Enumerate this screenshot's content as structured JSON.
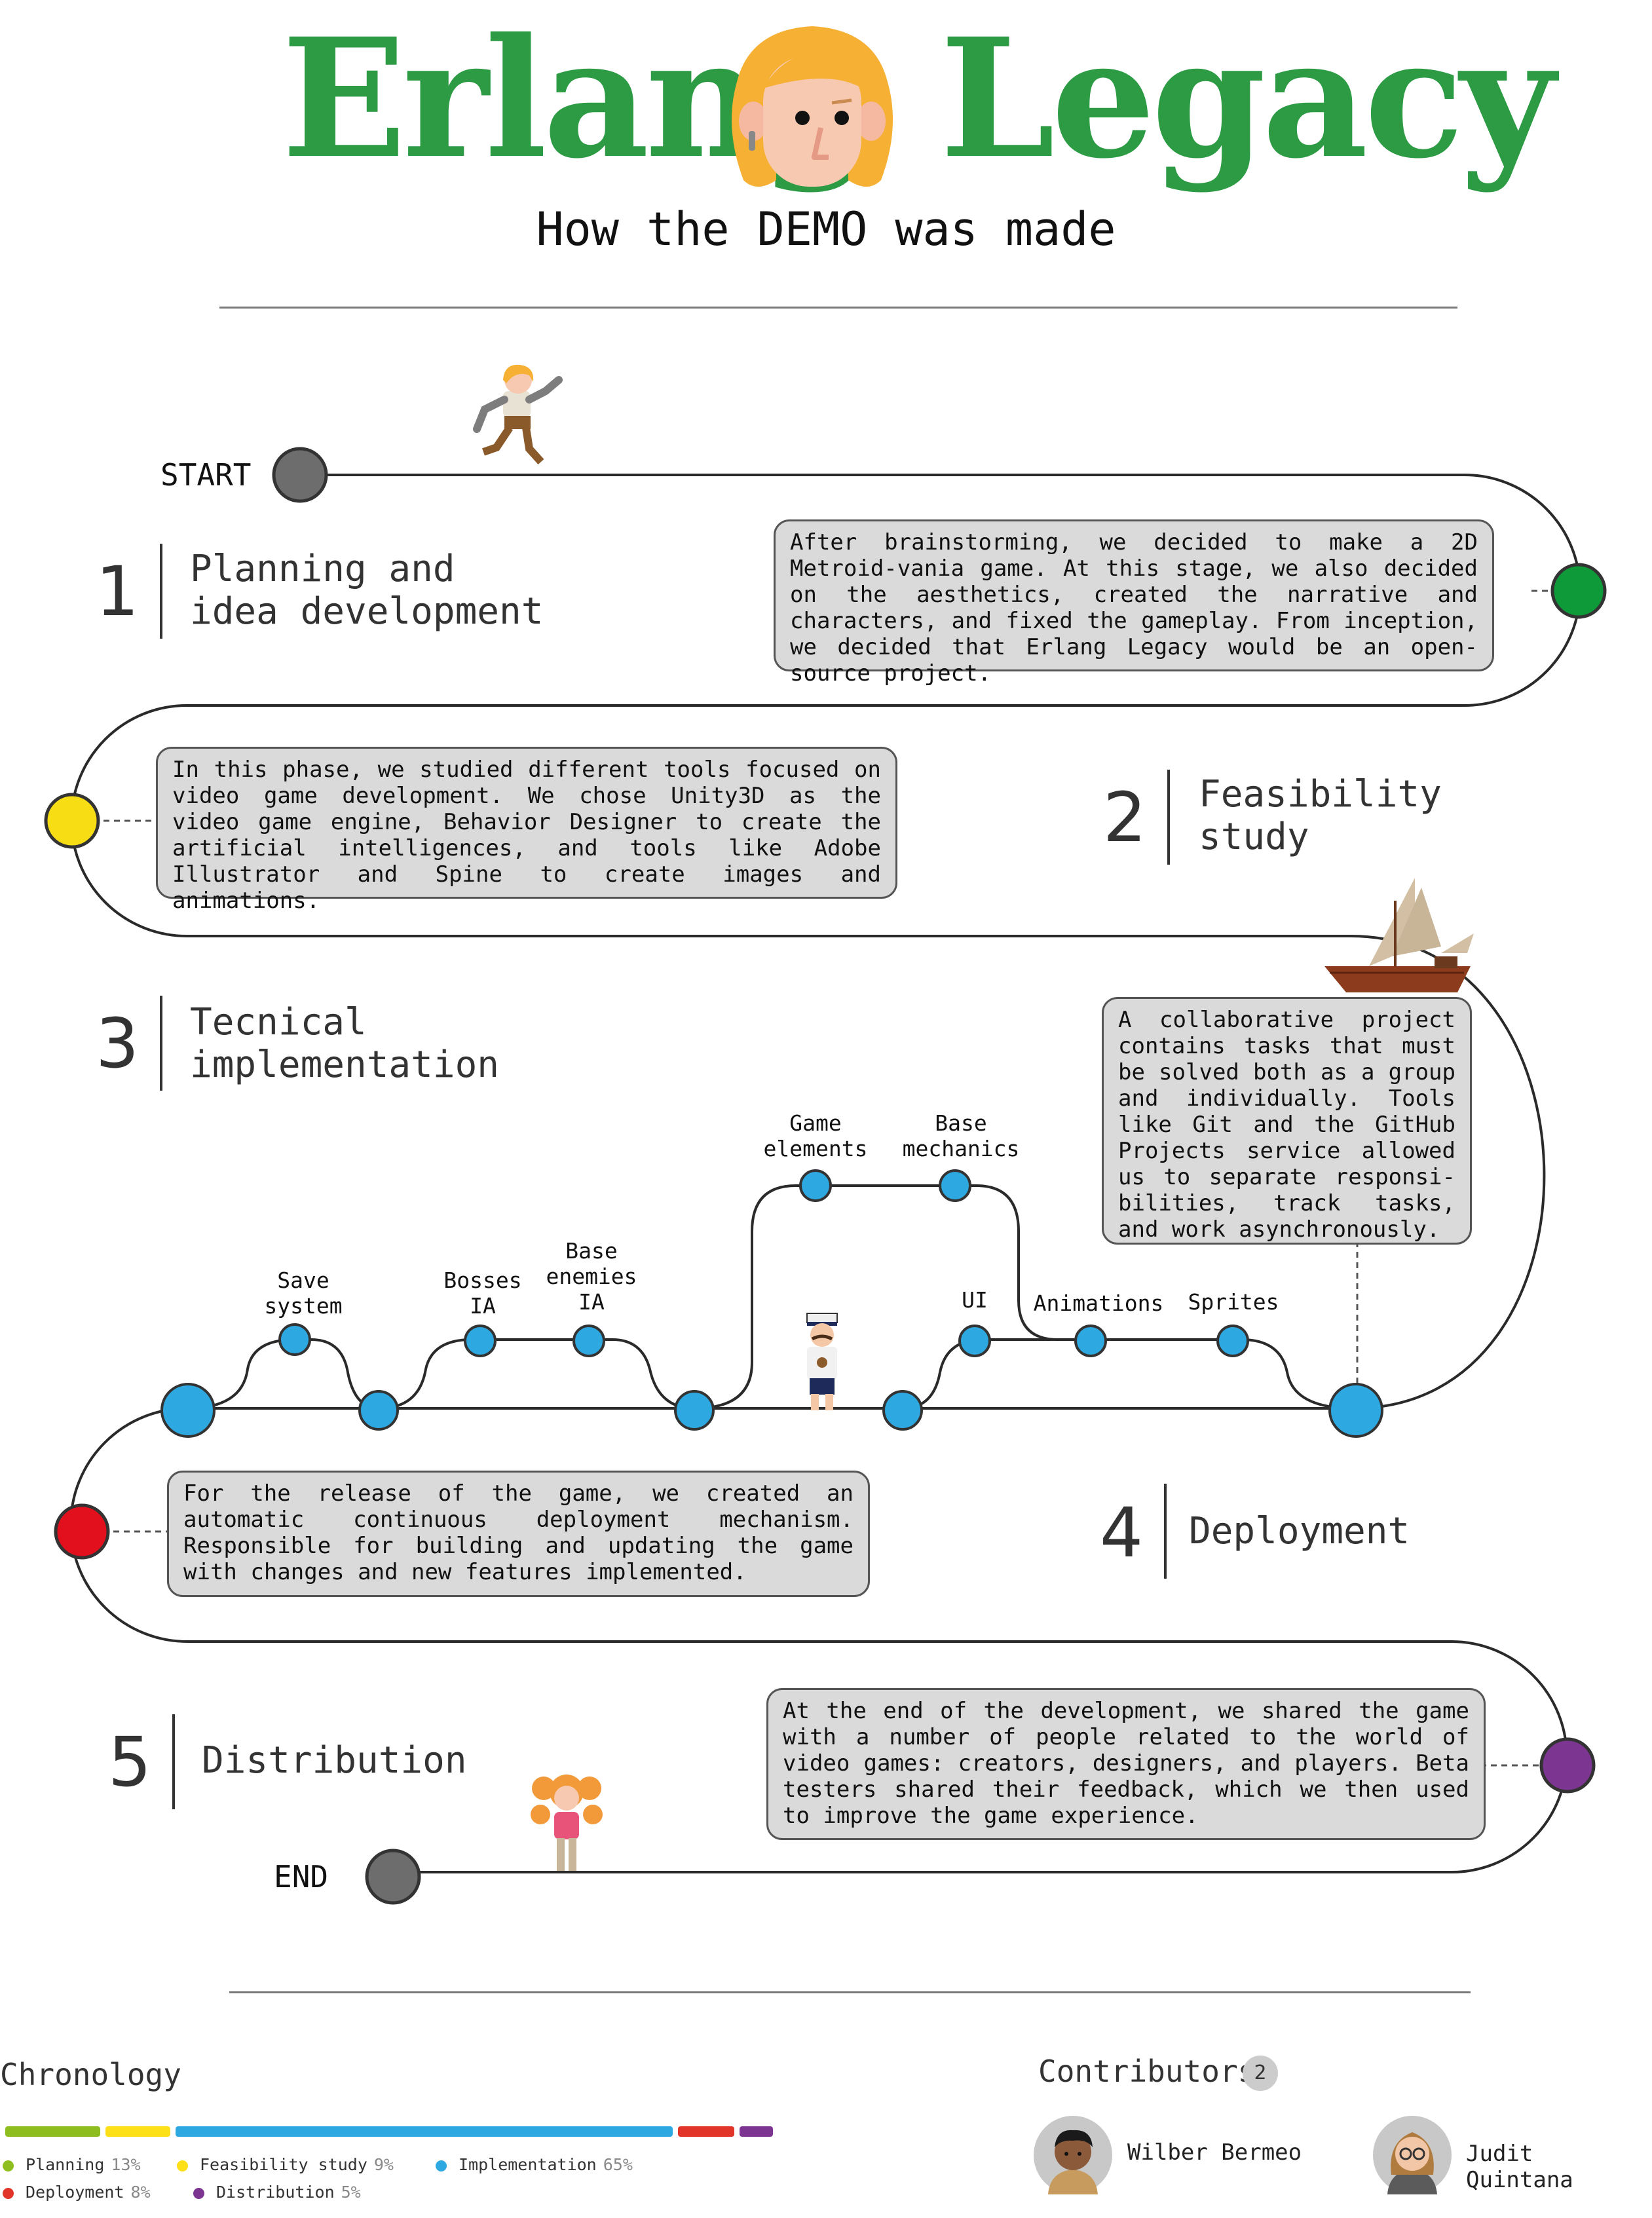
{
  "header": {
    "title_left": "Erlang",
    "title_right": "Legacy",
    "subtitle": "How the DEMO was made"
  },
  "path": {
    "start_label": "START",
    "end_label": "END"
  },
  "steps": [
    {
      "number": "1",
      "title": "Planning and\nidea development",
      "color": "#0e9a38",
      "description": "After brainstorming, we decided to make a 2D Metroid-vania game. At this stage, we also decided on the aesthetics, created the narrative and characters, and fixed the gameplay. From inception, we decided that Erlang Legacy would be an open-source project."
    },
    {
      "number": "2",
      "title": "Feasibility\nstudy",
      "color": "#f7dd14",
      "description": "In this phase, we studied different tools focused on video game development. We chose Unity3D as the video game engine, Behavior Designer to create the artificial intelligences, and tools like Adobe Illustrator and Spine to create images and animations."
    },
    {
      "number": "3",
      "title": "Tecnical\nimplementation",
      "color": "#2ea8e0",
      "description": "A collaborative project contains tasks that must be solved both as a group and individually. Tools like Git and the GitHub Projects service allowed us to separate responsi-bilities, track tasks, and work asynchronously."
    },
    {
      "number": "4",
      "title": "Deployment",
      "color": "#e1101c",
      "description": "For the release of the game, we created an automatic continuous deployment mechanism. Responsible for building and updating the game with changes and new features implemented."
    },
    {
      "number": "5",
      "title": "Distribution",
      "color": "#7d3592",
      "description": "At the end of the development, we shared the game with a number of people related to the world of video games: creators, designers, and players. Beta testers shared their feedback, which we then used to improve the game experience."
    }
  ],
  "implementation_nodes": {
    "save_system": "Save\nsystem",
    "bosses_ia": "Bosses\nIA",
    "base_enemies_ia": "Base\nenemies\nIA",
    "game_elements": "Game\nelements",
    "base_mechanics": "Base\nmechanics",
    "ui": "UI",
    "animations": "Animations",
    "sprites": "Sprites"
  },
  "chronology": {
    "title": "Chronology",
    "items": [
      {
        "label": "Planning",
        "percent": "13%",
        "value": 13,
        "color": "#8dbd1f"
      },
      {
        "label": "Feasibility study",
        "percent": "9%",
        "value": 9,
        "color": "#fde017"
      },
      {
        "label": "Implementation",
        "percent": "65%",
        "value": 65,
        "color": "#2ea8e0"
      },
      {
        "label": "Deployment",
        "percent": "8%",
        "value": 8,
        "color": "#e03528"
      },
      {
        "label": "Distribution",
        "percent": "5%",
        "value": 5,
        "color": "#7d3592"
      }
    ]
  },
  "contributors": {
    "title": "Contributors",
    "count": "2",
    "people": [
      {
        "name": "Wilber Bermeo"
      },
      {
        "name": "Judit Quintana"
      }
    ]
  }
}
